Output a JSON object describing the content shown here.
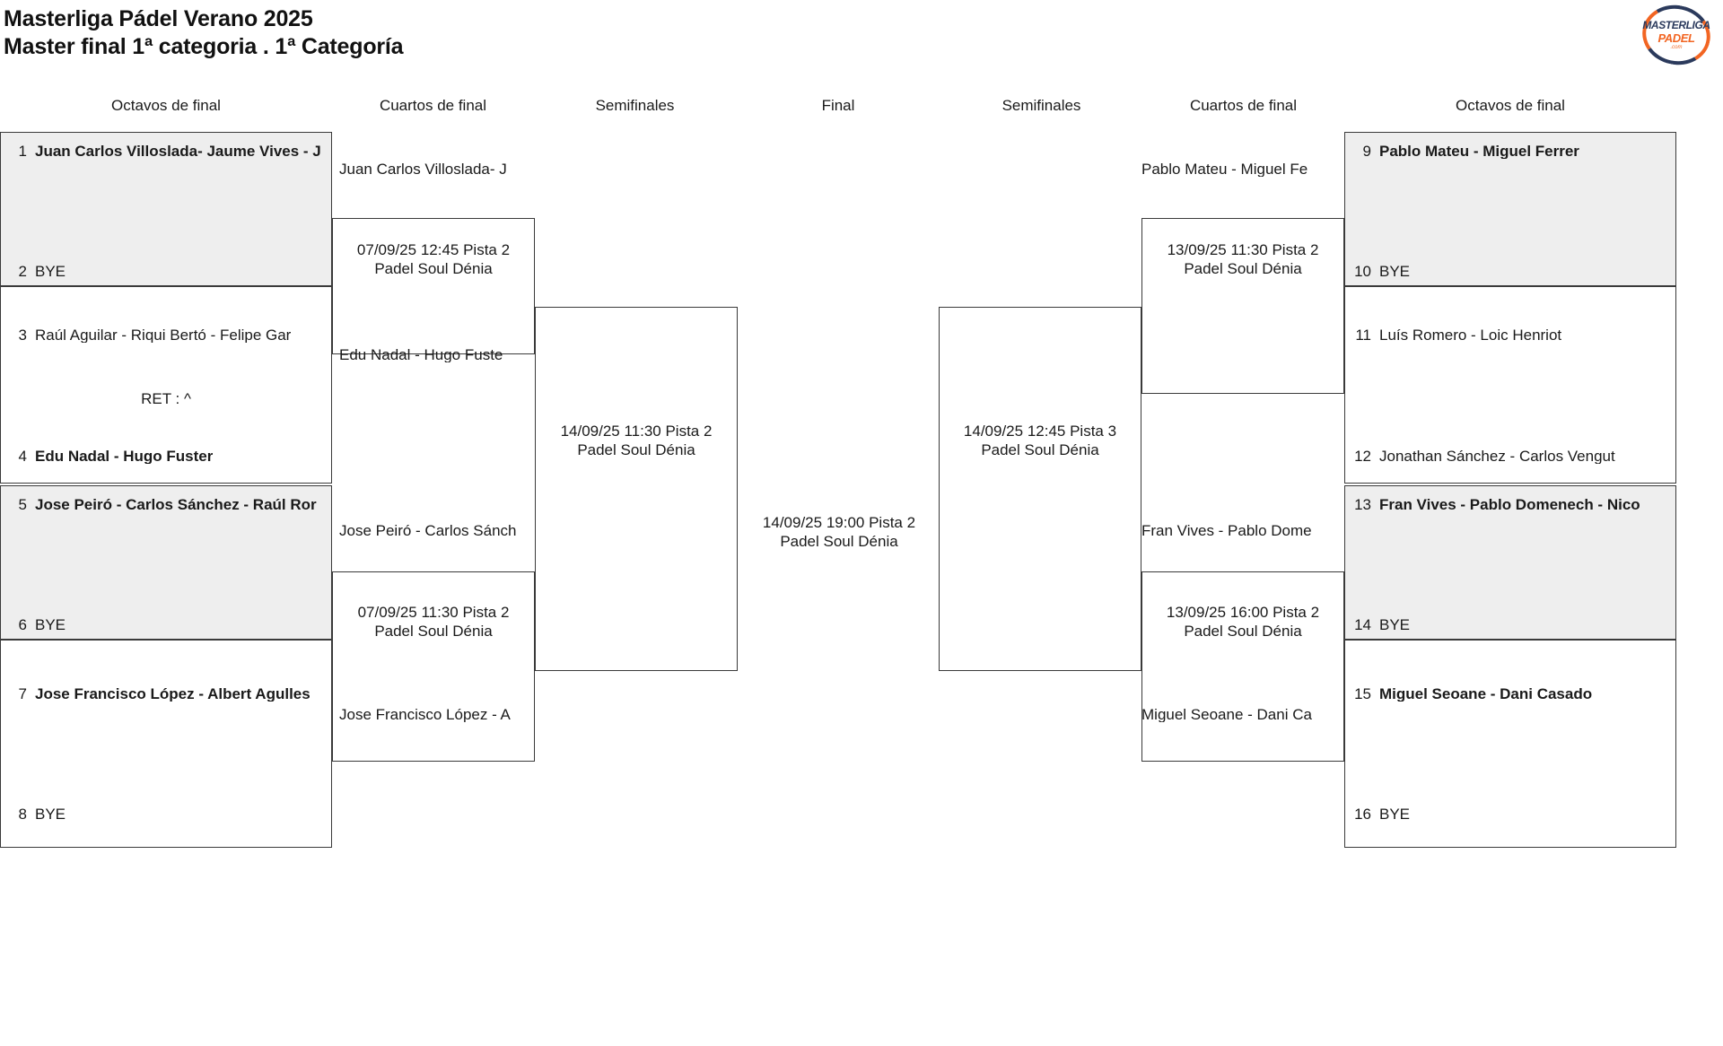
{
  "header": {
    "title_line1": "Masterliga Pádel Verano 2025",
    "title_line2": "Master final 1ª categoria . 1ª Categoría",
    "logo": {
      "top_text": "MASTERLIGA",
      "bottom_text": "PADEL",
      "dotcom": ".com",
      "navy": "#2b3a5c",
      "orange": "#f26522"
    }
  },
  "rounds": [
    {
      "label": "Octavos de final"
    },
    {
      "label": "Cuartos de final"
    },
    {
      "label": "Semifinales"
    },
    {
      "label": "Final"
    },
    {
      "label": "Semifinales"
    },
    {
      "label": "Cuartos de final"
    },
    {
      "label": "Octavos de final"
    }
  ],
  "left": {
    "octavos": [
      {
        "seed": "1",
        "name": "Juan Carlos Villoslada- Jaume Vives - J",
        "winner": true,
        "shaded": true
      },
      {
        "seed": "2",
        "name": "BYE",
        "winner": false,
        "shaded": true
      },
      {
        "seed": "3",
        "name": "Raúl Aguilar - Riqui Bertó - Felipe Gar",
        "winner": false,
        "shaded": false
      },
      {
        "seed": "4",
        "name": "Edu Nadal - Hugo Fuster",
        "winner": true,
        "shaded": false
      },
      {
        "seed": "5",
        "name": "Jose Peiró - Carlos Sánchez - Raúl Ror",
        "winner": true,
        "shaded": true
      },
      {
        "seed": "6",
        "name": "BYE",
        "winner": false,
        "shaded": true
      },
      {
        "seed": "7",
        "name": "Jose Francisco López - Albert Agulles",
        "winner": true,
        "shaded": false
      },
      {
        "seed": "8",
        "name": "BYE",
        "winner": false,
        "shaded": false
      }
    ],
    "notes": [
      {
        "text": "RET : ^"
      }
    ],
    "cuartos": [
      {
        "top_advancer": "Juan Carlos Villoslada- J",
        "bottom_advancer": "Edu Nadal - Hugo Fuste",
        "info_line1": "07/09/25 12:45 Pista 2",
        "info_line2": "Padel Soul Dénia"
      },
      {
        "top_advancer": "Jose Peiró - Carlos Sánch",
        "bottom_advancer": "Jose Francisco López - A",
        "info_line1": "07/09/25 11:30 Pista 2",
        "info_line2": "Padel Soul Dénia"
      }
    ],
    "semifinal": {
      "info_line1": "14/09/25 11:30 Pista 2",
      "info_line2": "Padel Soul Dénia"
    }
  },
  "final": {
    "info_line1": "14/09/25 19:00 Pista 2",
    "info_line2": "Padel Soul Dénia"
  },
  "right": {
    "semifinal": {
      "info_line1": "14/09/25 12:45 Pista 3",
      "info_line2": "Padel Soul Dénia"
    },
    "cuartos": [
      {
        "top_advancer": "Pablo Mateu - Miguel Fe",
        "bottom_advancer": "",
        "info_line1": "13/09/25 11:30 Pista 2",
        "info_line2": "Padel Soul Dénia"
      },
      {
        "top_advancer": "Fran Vives - Pablo Dome",
        "bottom_advancer": "Miguel Seoane - Dani Ca",
        "info_line1": "13/09/25 16:00 Pista 2",
        "info_line2": "Padel Soul Dénia"
      }
    ],
    "octavos": [
      {
        "seed": "9",
        "name": "Pablo Mateu - Miguel Ferrer",
        "winner": true,
        "shaded": true
      },
      {
        "seed": "10",
        "name": "BYE",
        "winner": false,
        "shaded": true
      },
      {
        "seed": "11",
        "name": "Luís Romero - Loic Henriot",
        "winner": false,
        "shaded": false
      },
      {
        "seed": "12",
        "name": "Jonathan Sánchez - Carlos Vengut",
        "winner": false,
        "shaded": false
      },
      {
        "seed": "13",
        "name": "Fran Vives - Pablo Domenech - Nico",
        "winner": true,
        "shaded": true
      },
      {
        "seed": "14",
        "name": "BYE",
        "winner": false,
        "shaded": true
      },
      {
        "seed": "15",
        "name": "Miguel Seoane - Dani Casado",
        "winner": true,
        "shaded": false
      },
      {
        "seed": "16",
        "name": "BYE",
        "winner": false,
        "shaded": false
      }
    ]
  }
}
